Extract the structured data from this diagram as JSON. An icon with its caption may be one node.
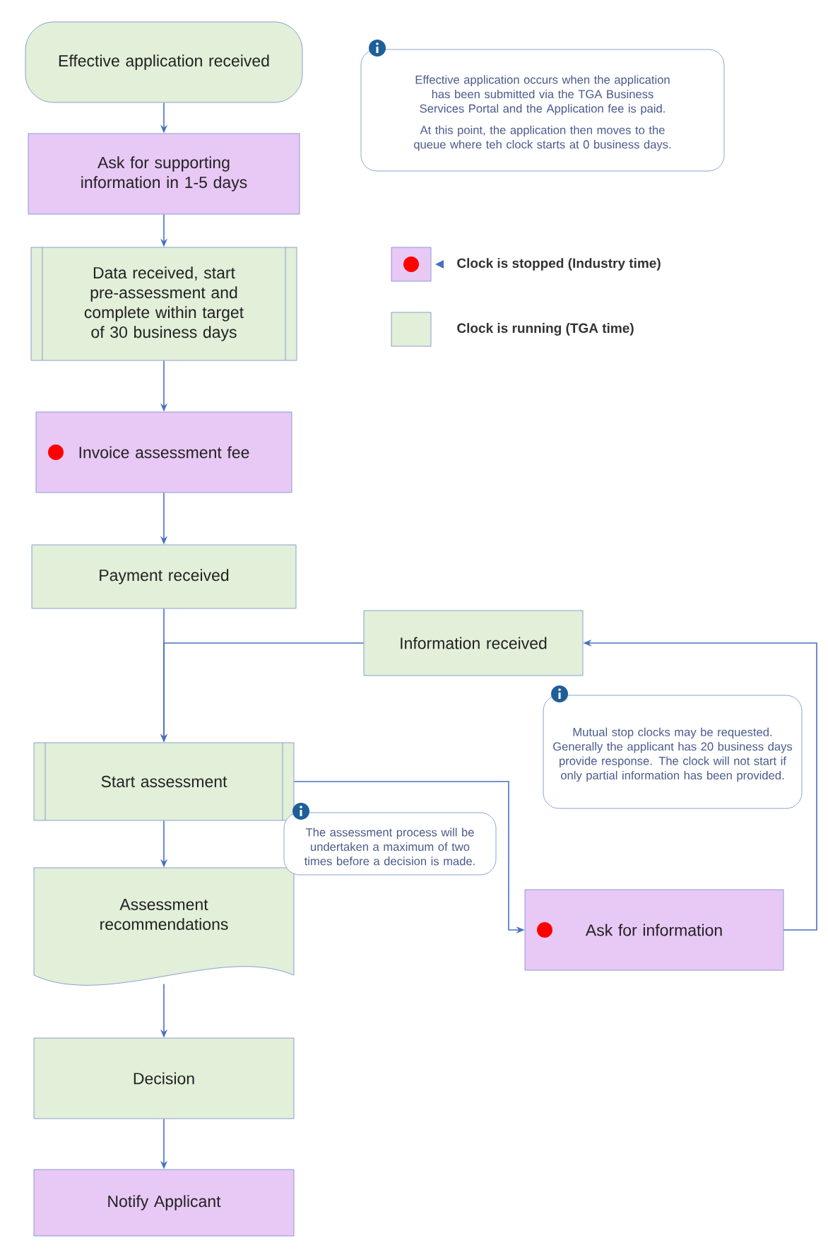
{
  "diagram": {
    "nodes": [
      {
        "text": [
          "Effective application received"
        ]
      },
      {
        "text": [
          "Ask for supporting information in 1-5 days"
        ]
      },
      {
        "text": [
          "Data received, start pre-assessment and complete within target of 30 business days"
        ]
      },
      {
        "text": [
          "Invoice assessment fee"
        ]
      },
      {
        "text": [
          "Payment received"
        ]
      },
      {
        "text": [
          "Information received"
        ]
      },
      {
        "text": [
          "Start assessment"
        ]
      },
      {
        "text": [
          "Assessment recommendations"
        ]
      },
      {
        "text": [
          "Ask for information"
        ]
      },
      {
        "text": [
          "Decision"
        ]
      },
      {
        "text": [
          "Notify Applicant"
        ]
      },
      {
        "text": [
          "Effective application occurs when the application has been submitted via the TGA Business Services Portal and the Application fee is paid.",
          "At this point, the application then moves to the queue where teh clock starts at 0 business days."
        ]
      },
      {
        "text": [
          "Mutual stop clocks may be requested. Generally the applicant has 20 business days provide response. The clock will not start if only partial information has been provided."
        ]
      },
      {
        "text": [
          "The assessment process will be undertaken a maximum of two times before a decision is made."
        ]
      }
    ],
    "edges": [
      {
        "from": 0,
        "to": 1,
        "arrow": "to"
      },
      {
        "from": 1,
        "to": 2,
        "arrow": "to"
      },
      {
        "from": 2,
        "to": 3,
        "arrow": "to"
      },
      {
        "from": 3,
        "to": 4,
        "arrow": "to"
      },
      {
        "from": 4,
        "to": 6,
        "arrow": "to"
      },
      {
        "from": 5,
        "to": 6,
        "arrow": "to"
      },
      {
        "from": 6,
        "to": 7,
        "arrow": "to"
      },
      {
        "from": 7,
        "to": 9,
        "arrow": "to"
      },
      {
        "from": 9,
        "to": 10,
        "arrow": "to"
      },
      {
        "from": 6,
        "to": 8,
        "arrow": "to"
      },
      {
        "from": 8,
        "to": 5,
        "arrow": "to"
      }
    ],
    "legend": [
      {
        "text": "Clock is stopped (Industry time)",
        "color": "#e8c8f5"
      },
      {
        "text": "Clock is running (TGA time)",
        "color": "#e2efd9"
      }
    ]
  }
}
